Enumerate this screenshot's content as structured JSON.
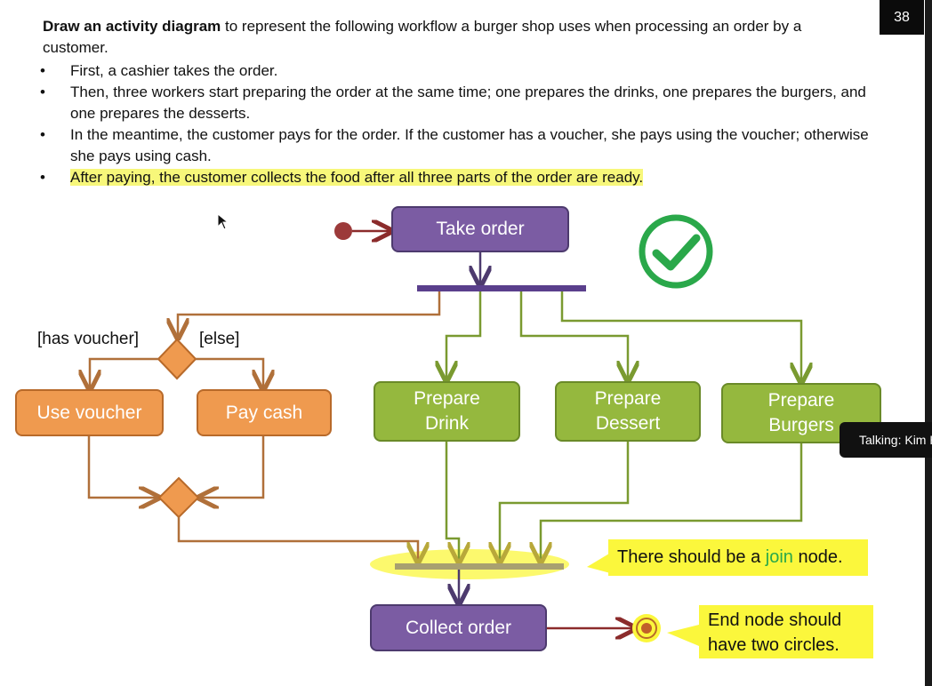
{
  "page_number": "38",
  "instructions": {
    "intro_bold": "Draw an activity diagram",
    "intro_rest": " to represent the following workflow a burger shop uses when processing an order by a customer.",
    "bullets": [
      "First, a cashier takes the order.",
      "Then, three workers start preparing the order at the same time; one prepares the drinks, one prepares the burgers, and one prepares the desserts.",
      "In the meantime, the customer pays for the order. If the customer has a voucher, she pays using the voucher; otherwise she pays using cash.",
      "After paying, the customer collects the food after all three parts of the order are ready."
    ]
  },
  "diagram": {
    "take_order": "Take order",
    "guard_voucher": "[has voucher]",
    "guard_else": "[else]",
    "use_voucher": "Use voucher",
    "pay_cash": "Pay cash",
    "prepare_drink": [
      "Prepare",
      "Drink"
    ],
    "prepare_dessert": [
      "Prepare",
      "Dessert"
    ],
    "prepare_burgers": [
      "Prepare",
      "Burgers"
    ],
    "collect_order": "Collect order"
  },
  "notes": {
    "join_before": "There should be a ",
    "join_word": "join",
    "join_after": " node.",
    "end_line1": "End node should",
    "end_line2": "have two circles."
  },
  "overlay": {
    "talking": "Talking: Kim H"
  },
  "colors": {
    "purple": "#7b5ca3",
    "orange": "#ef9a4f",
    "green": "#95b83e",
    "highlight": "#fbf73c",
    "check": "#2aa84a"
  }
}
